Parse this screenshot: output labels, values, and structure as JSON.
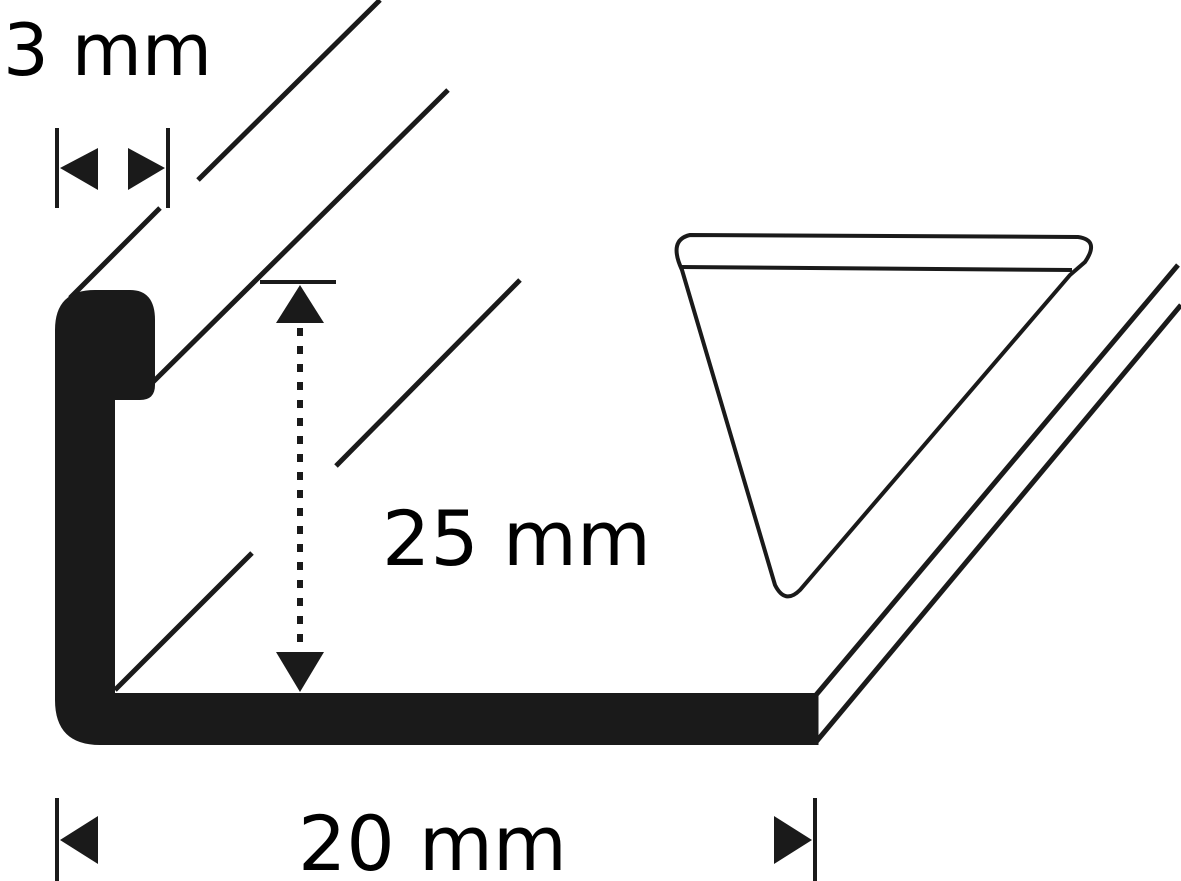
{
  "diagram": {
    "labels": {
      "thickness": "3 mm",
      "height": "25 mm",
      "width": "20 mm"
    },
    "colors": {
      "profile": "#1a1a1a",
      "line": "#1a1a1a",
      "background": "#ffffff"
    }
  }
}
